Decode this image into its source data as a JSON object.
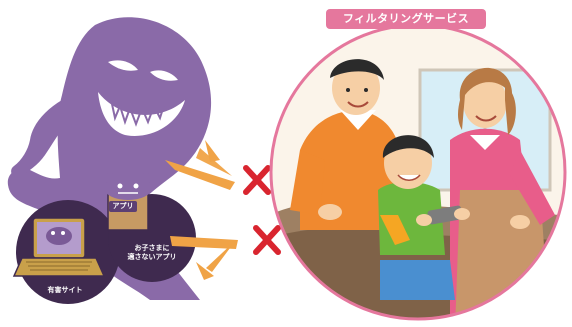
{
  "filter_service": {
    "label": "フィルタリングサービス"
  },
  "threats": {
    "harmful_site": {
      "label": "有害サイト"
    },
    "app": {
      "tag": "アプリ",
      "label": "お子さまに\n適さないアプリ"
    }
  },
  "colors": {
    "monster_purple": "#8a6aa8",
    "dark_circle": "#3f2a4f",
    "filter_pink": "#e5779d",
    "arrow_orange": "#f0a346",
    "block_red": "#d9252f"
  },
  "icons": [
    "monster-silhouette",
    "laptop-icon",
    "app-box-icon",
    "block-x-icon",
    "deflect-arrow-icon"
  ]
}
